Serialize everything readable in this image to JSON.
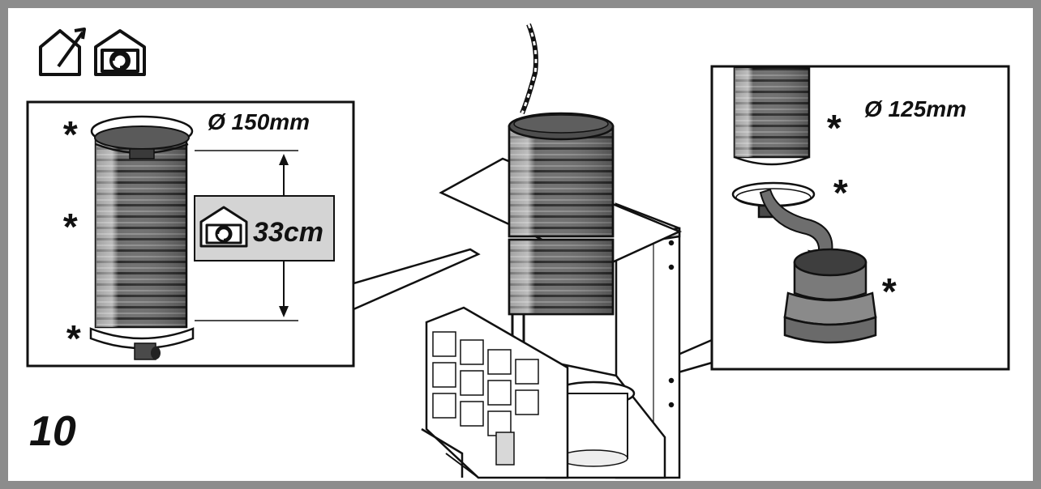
{
  "step_number": "10",
  "left_panel": {
    "diameter_label": "Ø 150mm",
    "length_label": "33cm",
    "asterisk": "*"
  },
  "right_panel": {
    "diameter_label": "Ø 125mm",
    "asterisk": "*"
  },
  "icons": {
    "ducted_mode": "house-exhaust-out-icon",
    "recirculation_mode": "house-recirculation-icon"
  },
  "colors": {
    "frame_gray": "#8c8c8c",
    "duct_dark": "#6a6a6a",
    "duct_light": "#b0b0b0",
    "callout_box_bg": "#d4d4d4",
    "line": "#111111"
  }
}
